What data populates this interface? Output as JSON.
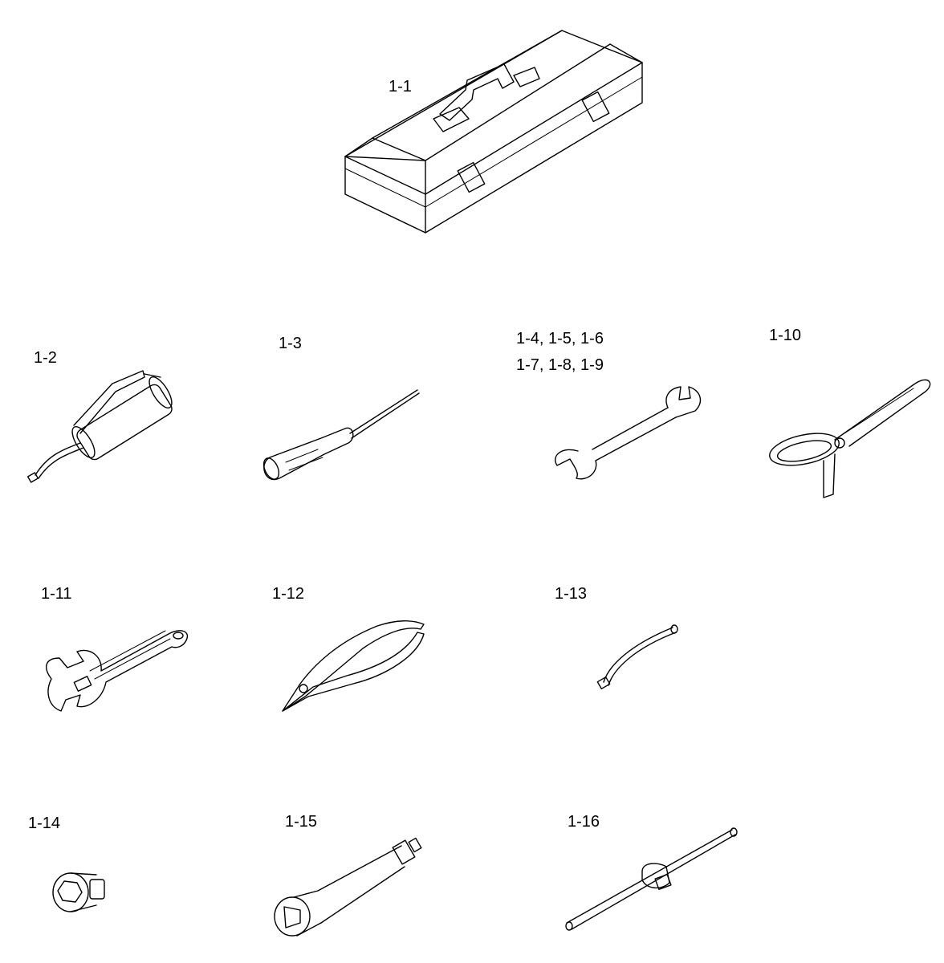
{
  "labels": {
    "toolbox": "1-1",
    "grease_gun": "1-2",
    "screwdriver": "1-3",
    "wrench_line1": "1-4, 1-5, 1-6",
    "wrench_line2": "1-7, 1-8, 1-9",
    "filter_wrench": "1-10",
    "adjustable_wrench": "1-11",
    "pliers": "1-12",
    "nozzle": "1-13",
    "socket": "1-14",
    "extension": "1-15",
    "t_handle": "1-16"
  },
  "colors": {
    "line": "#000000",
    "background": "#ffffff"
  }
}
